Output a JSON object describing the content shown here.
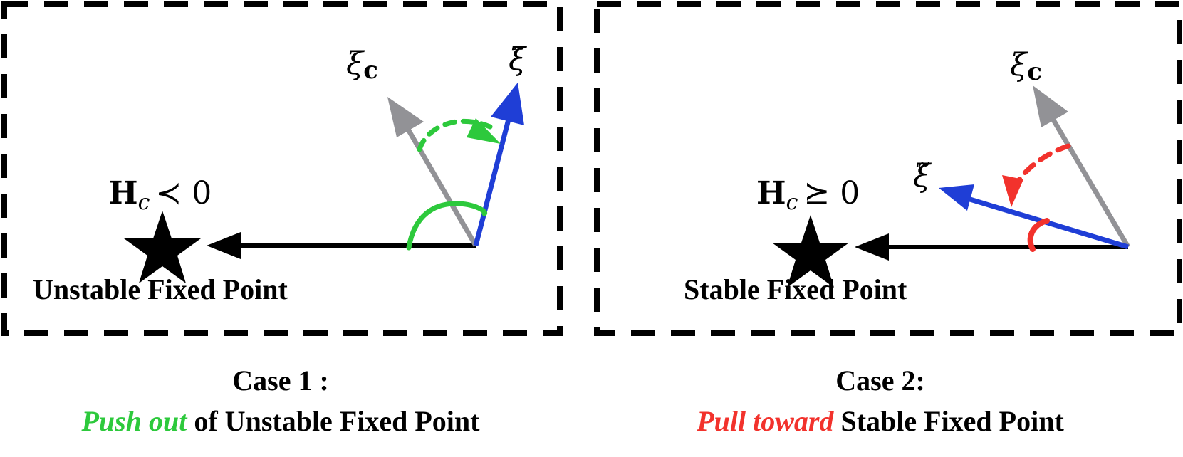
{
  "panels": [
    {
      "vector_c": "ξ",
      "vector_c_sub": "c",
      "vector_tilde": "ξ̃",
      "hessian_main": "H",
      "hessian_sub": "c",
      "hessian_rel": "≺ 0",
      "point_label": "Unstable Fixed Point",
      "case_title": "Case 1 :",
      "case_action": "Push out",
      "case_rest": " of Unstable Fixed Point",
      "action_color": "#2dc93c"
    },
    {
      "vector_c": "ξ",
      "vector_c_sub": "c",
      "vector_tilde": "ξ̃",
      "hessian_main": "H",
      "hessian_sub": "c",
      "hessian_rel": "⪰ 0",
      "point_label": "Stable Fixed Point",
      "case_title": "Case 2:",
      "case_action": "Pull toward",
      "case_rest": " Stable Fixed Point",
      "action_color": "#f2322c"
    }
  ],
  "colors": {
    "axis": "#000000",
    "vector_c": "#929296",
    "vector_tilde": "#1f3ed6",
    "push": "#2dc93c",
    "pull": "#f2322c"
  },
  "icons": [
    "star-icon",
    "arrow-icon"
  ]
}
